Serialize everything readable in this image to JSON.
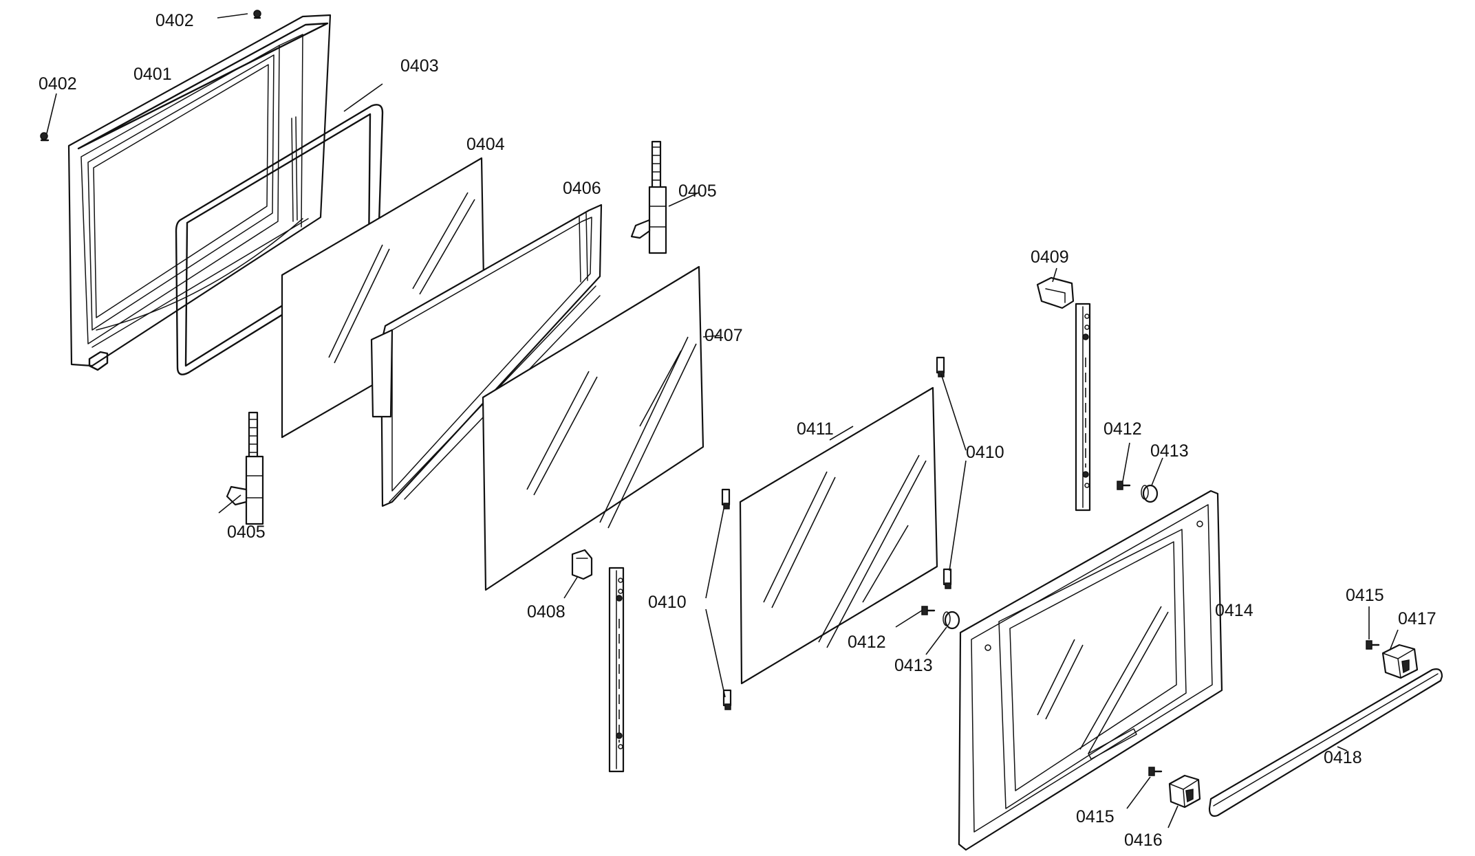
{
  "labels": {
    "l0402a": "0402",
    "l0402b": "0402",
    "l0401": "0401",
    "l0403": "0403",
    "l0404": "0404",
    "l0406": "0406",
    "l0405a": "0405",
    "l0405b": "0405",
    "l0407": "0407",
    "l0409": "0409",
    "l0411": "0411",
    "l0410a": "0410",
    "l0410b": "0410",
    "l0412a": "0412",
    "l0413a": "0413",
    "l0408": "0408",
    "l0414": "0414",
    "l0412b": "0412",
    "l0413b": "0413",
    "l0415a": "0415",
    "l0417": "0417",
    "l0418": "0418",
    "l0415b": "0415",
    "l0416": "0416"
  }
}
